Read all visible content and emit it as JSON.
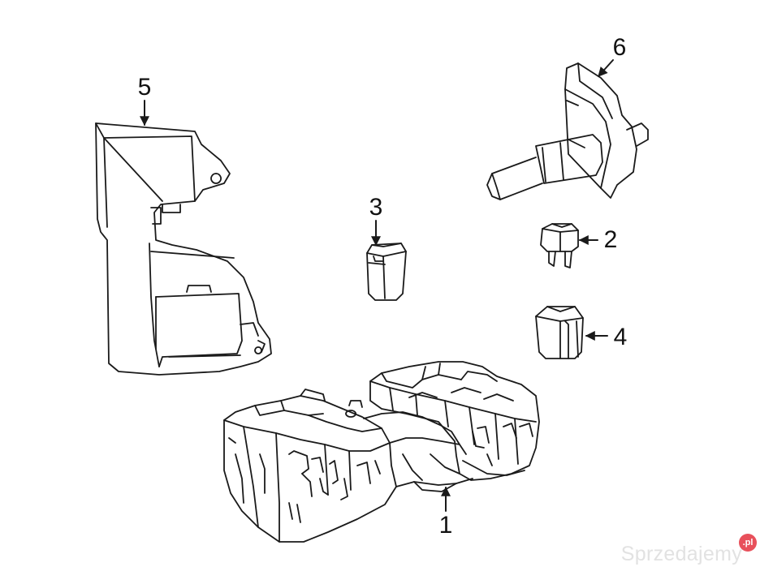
{
  "diagram": {
    "callouts": [
      {
        "id": "1",
        "label": "1"
      },
      {
        "id": "2",
        "label": "2"
      },
      {
        "id": "3",
        "label": "3"
      },
      {
        "id": "4",
        "label": "4"
      },
      {
        "id": "5",
        "label": "5"
      },
      {
        "id": "6",
        "label": "6"
      }
    ]
  },
  "watermark": {
    "text": "Sprzedajemy",
    "badge": ".pl"
  },
  "colors": {
    "line": "#1a1a1a",
    "background": "#ffffff",
    "watermark": "#e2e2e2",
    "badge": "#e8505b"
  }
}
